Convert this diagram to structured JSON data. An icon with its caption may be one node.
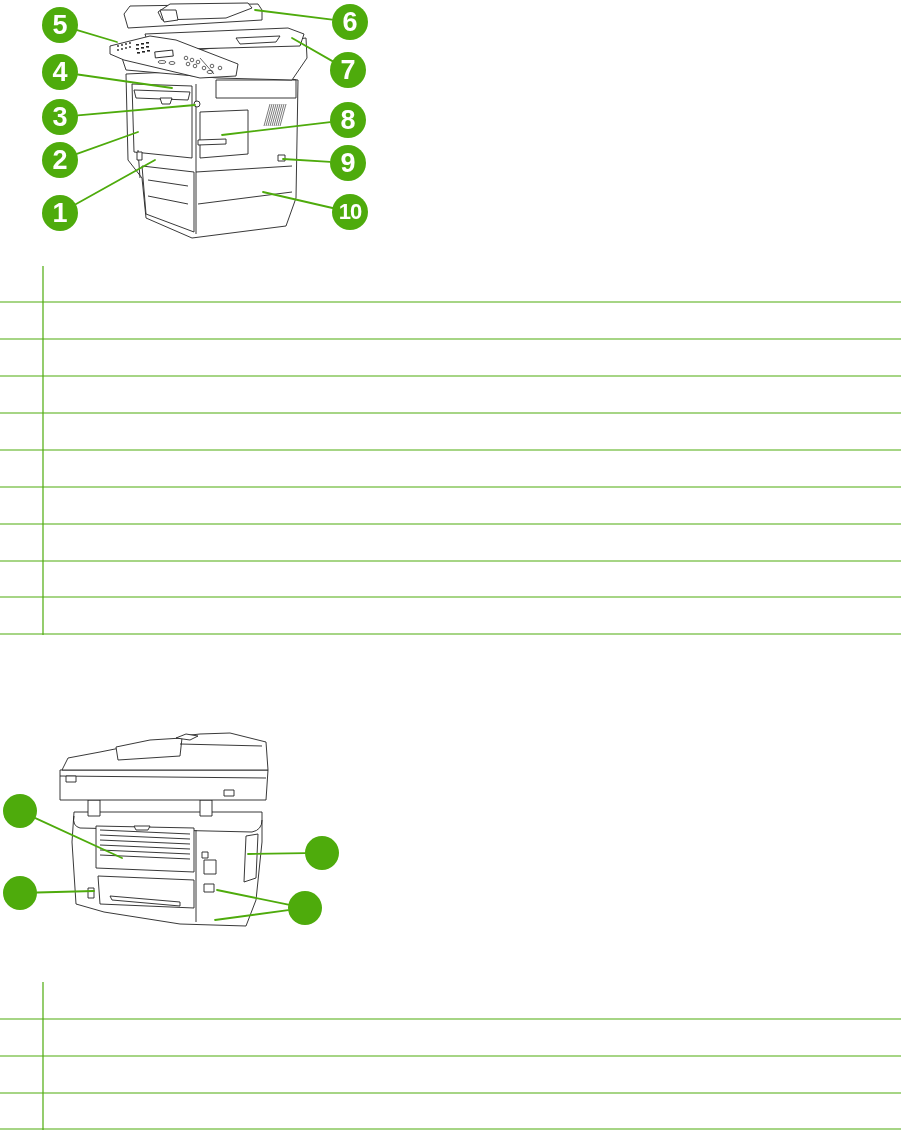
{
  "diagram": {
    "nodes": [
      {
        "text": [
          "5"
        ]
      },
      {
        "text": [
          "6"
        ]
      },
      {
        "text": [
          "4"
        ]
      },
      {
        "text": [
          "7"
        ]
      },
      {
        "text": [
          "3"
        ]
      },
      {
        "text": [
          "8"
        ]
      },
      {
        "text": [
          "2"
        ]
      },
      {
        "text": [
          "9"
        ]
      },
      {
        "text": [
          "1"
        ]
      },
      {
        "text": [
          "10"
        ]
      },
      {
        "text": [],
        "shape": "circle"
      },
      {
        "text": [],
        "shape": "circle"
      },
      {
        "text": [],
        "shape": "circle"
      },
      {
        "text": [],
        "shape": "circle"
      }
    ],
    "edges": [
      {
        "from": 0,
        "to": null,
        "arrow": "none"
      },
      {
        "from": 1,
        "to": null,
        "arrow": "none"
      },
      {
        "from": 2,
        "to": null,
        "arrow": "none"
      },
      {
        "from": 3,
        "to": null,
        "arrow": "none"
      },
      {
        "from": 4,
        "to": null,
        "arrow": "none"
      },
      {
        "from": 5,
        "to": null,
        "arrow": "none"
      },
      {
        "from": 6,
        "to": null,
        "arrow": "none"
      },
      {
        "from": 7,
        "to": null,
        "arrow": "none"
      },
      {
        "from": 8,
        "to": null,
        "arrow": "none"
      },
      {
        "from": 9,
        "to": null,
        "arrow": "none"
      },
      {
        "from": 10,
        "to": null,
        "arrow": "none"
      },
      {
        "from": 11,
        "to": null,
        "arrow": "none"
      },
      {
        "from": 12,
        "to": null,
        "arrow": "none"
      },
      {
        "from": 13,
        "to": null,
        "arrow": "none"
      },
      {
        "from": 13,
        "to": null,
        "arrow": "none"
      }
    ]
  }
}
